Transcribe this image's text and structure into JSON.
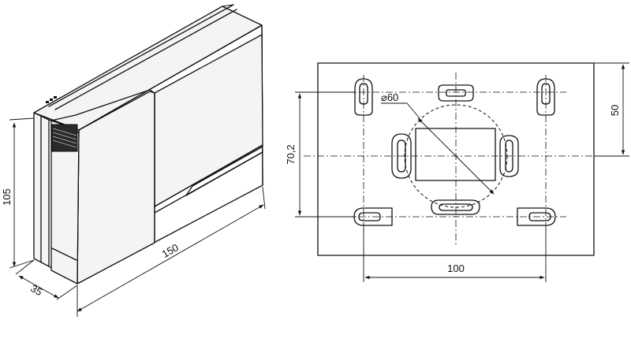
{
  "isometric_view": {
    "dimensions": {
      "height": "105",
      "depth": "35",
      "width": "150"
    }
  },
  "front_view": {
    "dimensions": {
      "diameter": "⌀60",
      "left_height": "70,2",
      "right_height": "50",
      "bottom_width": "100"
    }
  }
}
